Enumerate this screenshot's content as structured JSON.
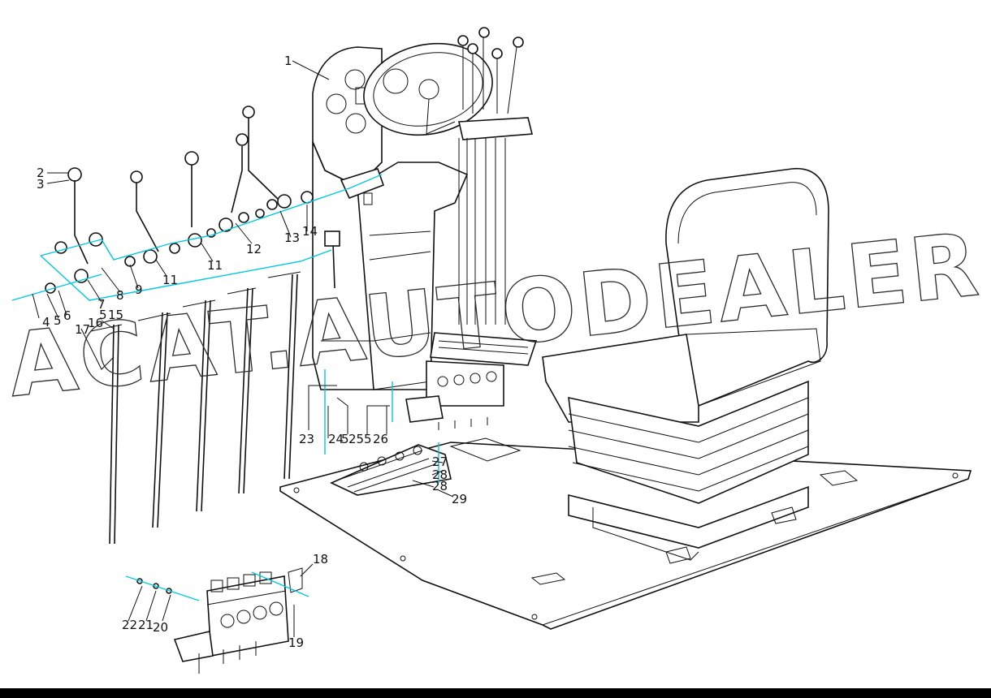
{
  "watermark": "ACAT.AUTODEALER.RU",
  "part_labels": {
    "p1": "1",
    "p2": "2",
    "p3": "3",
    "p4": "4",
    "p5a": "5",
    "p6": "6",
    "p7": "7",
    "p8": "8",
    "p9": "9",
    "p11a": "11",
    "p11b": "11",
    "p12": "12",
    "p13": "13",
    "p14": "14",
    "p15": "15",
    "p5b": "5",
    "p16": "16",
    "p17": "17",
    "p18": "18",
    "p19": "19",
    "p20": "20",
    "p21": "21",
    "p22": "22",
    "p23": "23",
    "p24": "24",
    "p5c": "5",
    "p25": "25",
    "p5d": "5",
    "p26": "26",
    "p27": "27",
    "p28a": "28",
    "p28b": "28",
    "p29": "29"
  },
  "colors": {
    "line": "#111111",
    "callout": "#00c8e0",
    "background": "#ffffff",
    "frame": "#000000"
  }
}
